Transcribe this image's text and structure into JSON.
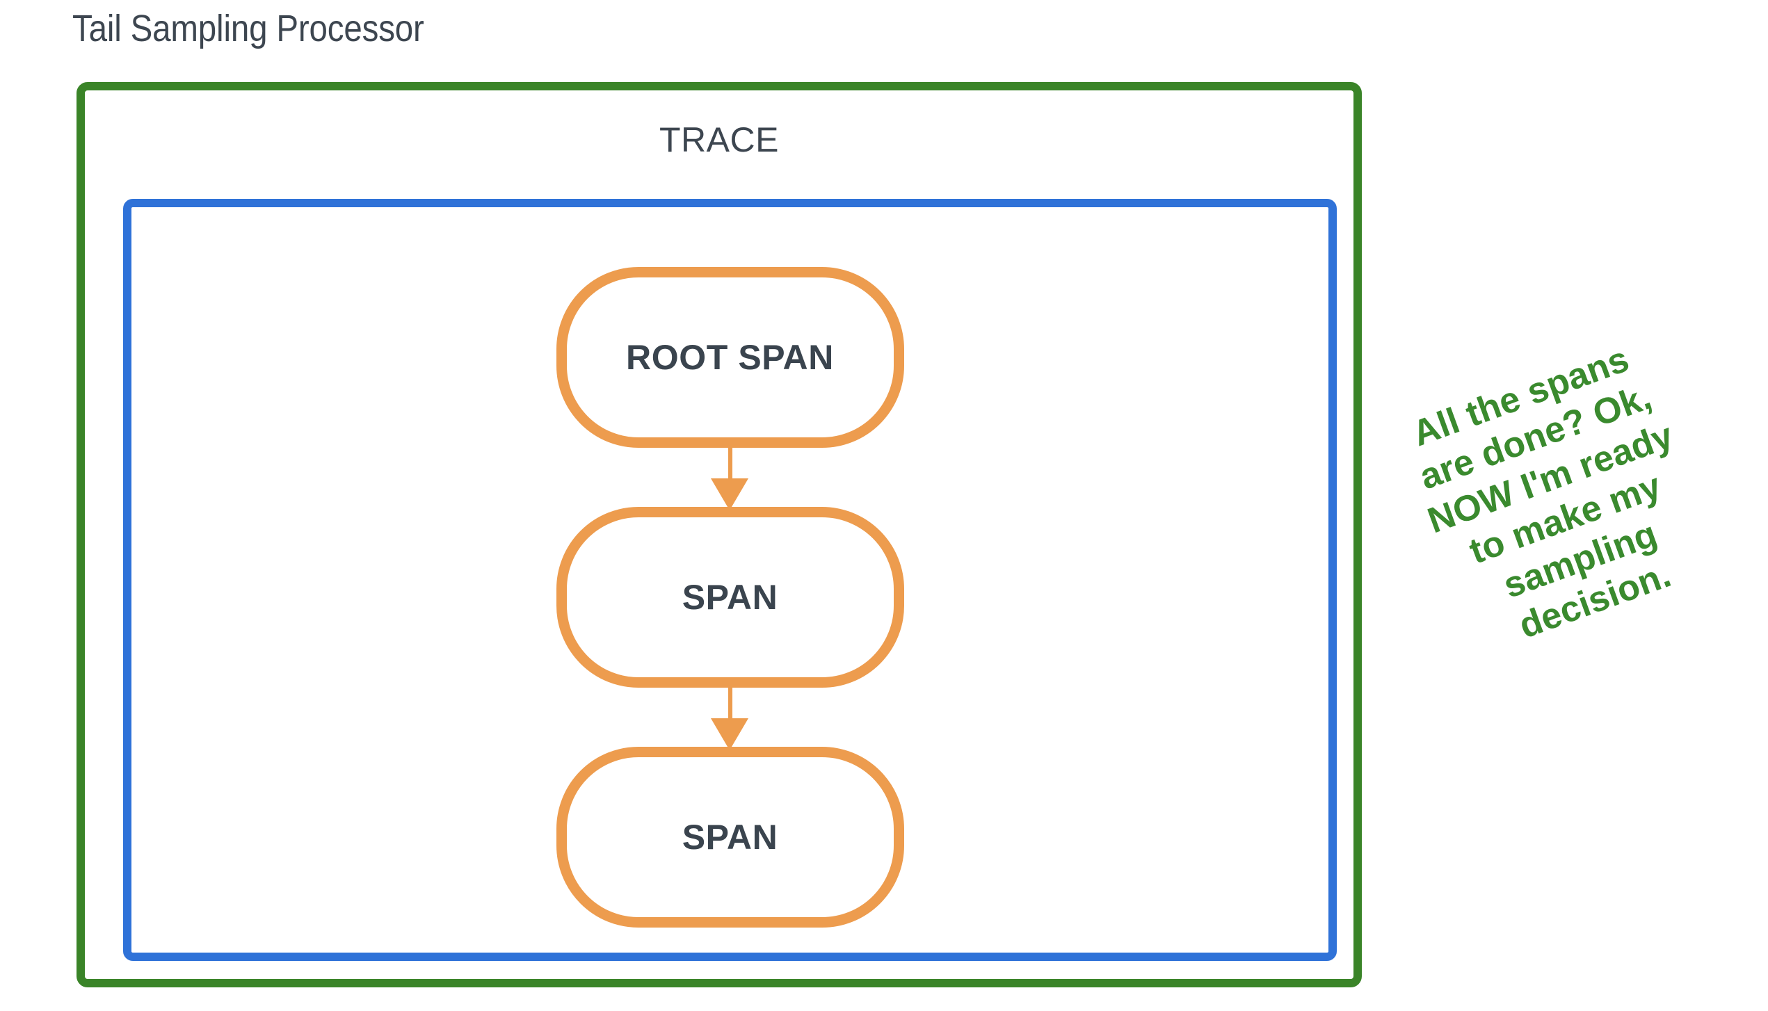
{
  "diagram": {
    "title": "Tail Sampling Processor",
    "type": "block-diagram"
  },
  "processor": {
    "name": "processor-container",
    "border_color": "#3a8428"
  },
  "trace": {
    "label": "TRACE",
    "border_color": "#2f72d8"
  },
  "spans": {
    "border_color": "#ed9c4e",
    "text_color": "#3a444e",
    "nodes": [
      {
        "id": "root-span",
        "label": "ROOT SPAN"
      },
      {
        "id": "span-1",
        "label": "SPAN"
      },
      {
        "id": "span-2",
        "label": "SPAN"
      }
    ],
    "arrows": [
      {
        "id": "arrow-root-to-span1",
        "from": "ROOT SPAN",
        "to": "SPAN",
        "direction": "down"
      },
      {
        "id": "arrow-span1-to-span2",
        "from": "SPAN",
        "to": "SPAN",
        "direction": "down"
      }
    ]
  },
  "annotation": {
    "color": "#3a8a2e",
    "rotation_deg": -20,
    "full_text": "All the spans are done? Ok, NOW I'm ready to make my sampling decision.",
    "lines": [
      "All the spans",
      "are done? Ok,",
      "NOW I'm ready",
      "to make my",
      "sampling",
      "decision."
    ]
  },
  "colors": {
    "background": "#ffffff",
    "green": "#3a8428",
    "blue": "#2f72d8",
    "orange": "#ed9c4e",
    "text_dark": "#3d4650",
    "annotation_green": "#3a8a2e"
  }
}
